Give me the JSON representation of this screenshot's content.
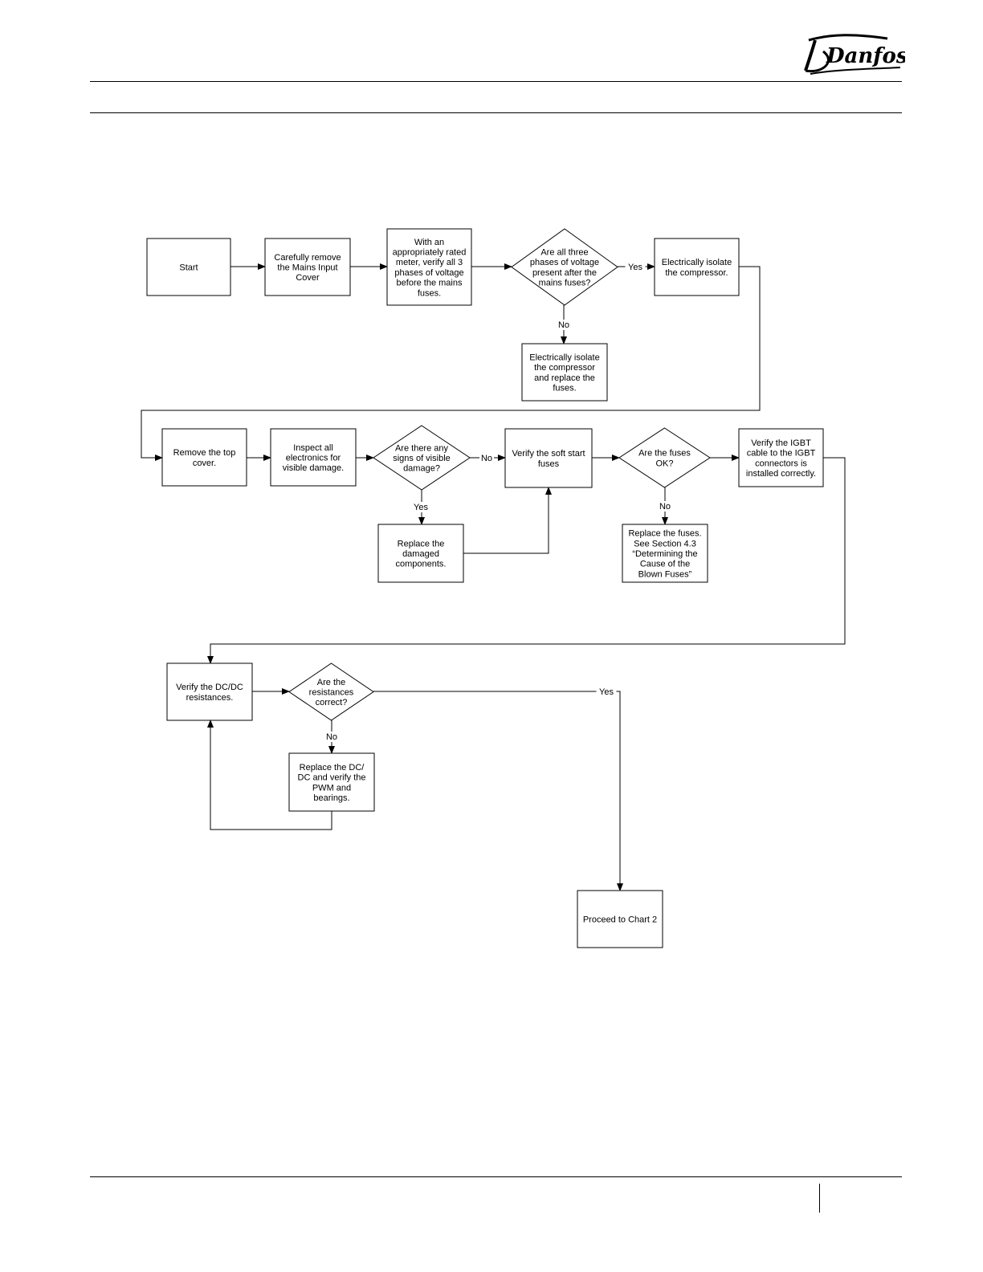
{
  "brand": {
    "logo_text": "Danfoss"
  },
  "flowchart": {
    "nodes": [
      {
        "id": "start",
        "shape": "box",
        "lines": [
          "Start"
        ]
      },
      {
        "id": "remove-cover",
        "shape": "box",
        "lines": [
          "Carefully remove",
          "the Mains Input",
          "Cover"
        ]
      },
      {
        "id": "verify-voltage",
        "shape": "box",
        "lines": [
          "With an",
          "appropriately rated",
          "meter, verify all 3",
          "phases of voltage",
          "before the mains",
          "fuses."
        ]
      },
      {
        "id": "q-three-phases",
        "shape": "diamond",
        "lines": [
          "Are all three",
          "phases of voltage",
          "present after the",
          "mains fuses?"
        ]
      },
      {
        "id": "isolate-1",
        "shape": "box",
        "lines": [
          "Electrically isolate",
          "the compressor."
        ]
      },
      {
        "id": "isolate-replace",
        "shape": "box",
        "lines": [
          "Electrically isolate",
          "the compressor",
          "and replace the",
          "fuses."
        ]
      },
      {
        "id": "remove-top",
        "shape": "box",
        "lines": [
          "Remove the top",
          "cover."
        ]
      },
      {
        "id": "inspect",
        "shape": "box",
        "lines": [
          "Inspect all",
          "electronics for",
          "visible damage."
        ]
      },
      {
        "id": "q-damage",
        "shape": "diamond",
        "lines": [
          "Are there any",
          "signs of visible",
          "damage?"
        ]
      },
      {
        "id": "verify-soft",
        "shape": "box",
        "lines": [
          "Verify the soft start",
          "fuses"
        ]
      },
      {
        "id": "q-fuses",
        "shape": "diamond",
        "lines": [
          "Are the fuses",
          "OK?"
        ]
      },
      {
        "id": "verify-igbt",
        "shape": "box",
        "lines": [
          "Verify the IGBT",
          "cable to the IGBT",
          "connectors is",
          "installed correctly."
        ]
      },
      {
        "id": "replace-damaged",
        "shape": "box",
        "lines": [
          "Replace the",
          "damaged",
          "components."
        ]
      },
      {
        "id": "replace-fuses",
        "shape": "box",
        "lines": [
          "Replace the fuses.",
          "See Section 4.3",
          "“Determining the",
          "Cause of the",
          "Blown Fuses”"
        ]
      },
      {
        "id": "verify-dcdc",
        "shape": "box",
        "lines": [
          "Verify the DC/DC",
          "resistances."
        ]
      },
      {
        "id": "q-resist",
        "shape": "diamond",
        "lines": [
          "Are the",
          "resistances",
          "correct?"
        ]
      },
      {
        "id": "replace-dcdc",
        "shape": "box",
        "lines": [
          "Replace the DC/",
          "DC and verify the",
          "PWM and",
          "bearings."
        ]
      },
      {
        "id": "proceed",
        "shape": "box",
        "lines": [
          "Proceed to Chart 2"
        ]
      }
    ],
    "edges": [
      {
        "from": "start",
        "to": "remove-cover",
        "label": ""
      },
      {
        "from": "remove-cover",
        "to": "verify-voltage",
        "label": ""
      },
      {
        "from": "verify-voltage",
        "to": "q-three-phases",
        "label": ""
      },
      {
        "from": "q-three-phases",
        "to": "isolate-1",
        "label": "Yes"
      },
      {
        "from": "q-three-phases",
        "to": "isolate-replace",
        "label": "No"
      },
      {
        "from": "isolate-1",
        "to": "remove-top",
        "label": ""
      },
      {
        "from": "remove-top",
        "to": "inspect",
        "label": ""
      },
      {
        "from": "inspect",
        "to": "q-damage",
        "label": ""
      },
      {
        "from": "q-damage",
        "to": "verify-soft",
        "label": "No"
      },
      {
        "from": "q-damage",
        "to": "replace-damaged",
        "label": "Yes"
      },
      {
        "from": "replace-damaged",
        "to": "verify-soft",
        "label": ""
      },
      {
        "from": "verify-soft",
        "to": "q-fuses",
        "label": ""
      },
      {
        "from": "q-fuses",
        "to": "verify-igbt",
        "label": ""
      },
      {
        "from": "q-fuses",
        "to": "replace-fuses",
        "label": "No"
      },
      {
        "from": "verify-igbt",
        "to": "verify-dcdc",
        "label": ""
      },
      {
        "from": "verify-dcdc",
        "to": "q-resist",
        "label": ""
      },
      {
        "from": "q-resist",
        "to": "proceed",
        "label": "Yes"
      },
      {
        "from": "q-resist",
        "to": "replace-dcdc",
        "label": "No"
      },
      {
        "from": "replace-dcdc",
        "to": "verify-dcdc",
        "label": ""
      }
    ]
  }
}
